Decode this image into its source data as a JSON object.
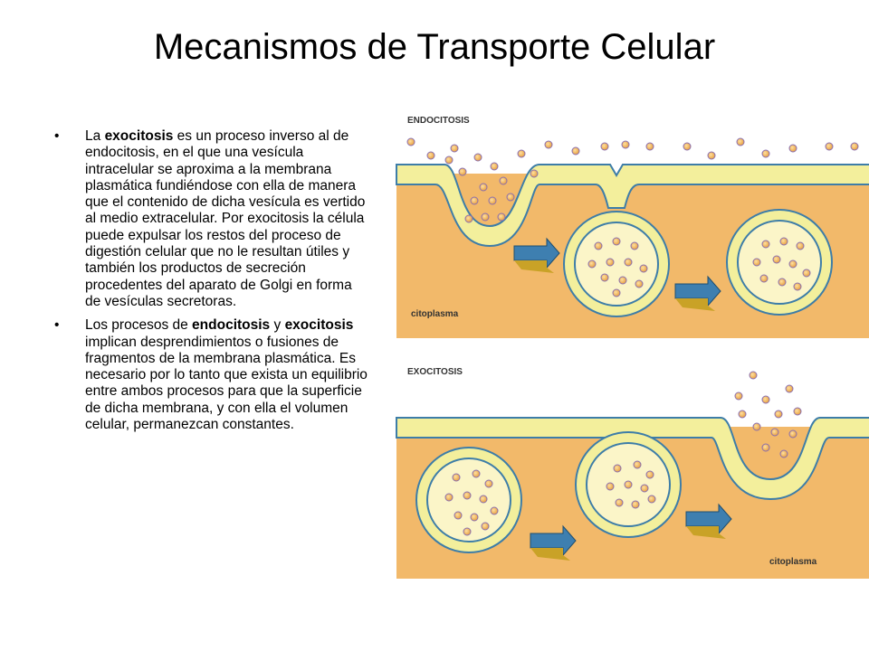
{
  "slide": {
    "title": "Mecanismos de Transporte Celular",
    "bullets": [
      {
        "dot": "•",
        "parts": [
          {
            "text": "La ",
            "bold": false
          },
          {
            "text": "exocitosis",
            "bold": true
          },
          {
            "text": " es un proceso inverso al de endocitosis, en el que una vesícula intracelular se aproxima a la membrana plasmática fundiéndose con ella de manera que el contenido de dicha vesícula es vertido al medio extracelular. Por exocitosis la célula puede expulsar los restos del proceso de digestión celular que no le resultan útiles y también los productos de secreción procedentes del aparato de Golgi en forma de vesículas secretoras.",
            "bold": false
          }
        ]
      },
      {
        "dot": "•",
        "parts": [
          {
            "text": "Los procesos de ",
            "bold": false
          },
          {
            "text": "endocitosis",
            "bold": true
          },
          {
            "text": " y ",
            "bold": false
          },
          {
            "text": "exocitosis",
            "bold": true
          },
          {
            "text": " implican desprendimientos o fusiones de fragmentos de la membrana plasmática. Es necesario por lo tanto que exista un equilibrio entre ambos procesos para que la superficie de dicha membrana, y con ella el volumen celular, permanezcan constantes.",
            "bold": false
          }
        ]
      }
    ]
  },
  "figure": {
    "endocitosis": {
      "label": "ENDOCITOSIS",
      "cytoplasm_label": "citoplasma"
    },
    "exocitosis": {
      "label": "EXOCITOSIS",
      "cytoplasm_label": "citoplasma"
    },
    "colors": {
      "cytoplasm": "#f2b96a",
      "membrane": "#f3ef9c",
      "membrane_edge": "#3d7da8",
      "particle": "#f0b24a",
      "particle_edge": "#8a6fb0",
      "arrow_top": "#3e7fb0",
      "arrow_side": "#c9a227"
    }
  }
}
